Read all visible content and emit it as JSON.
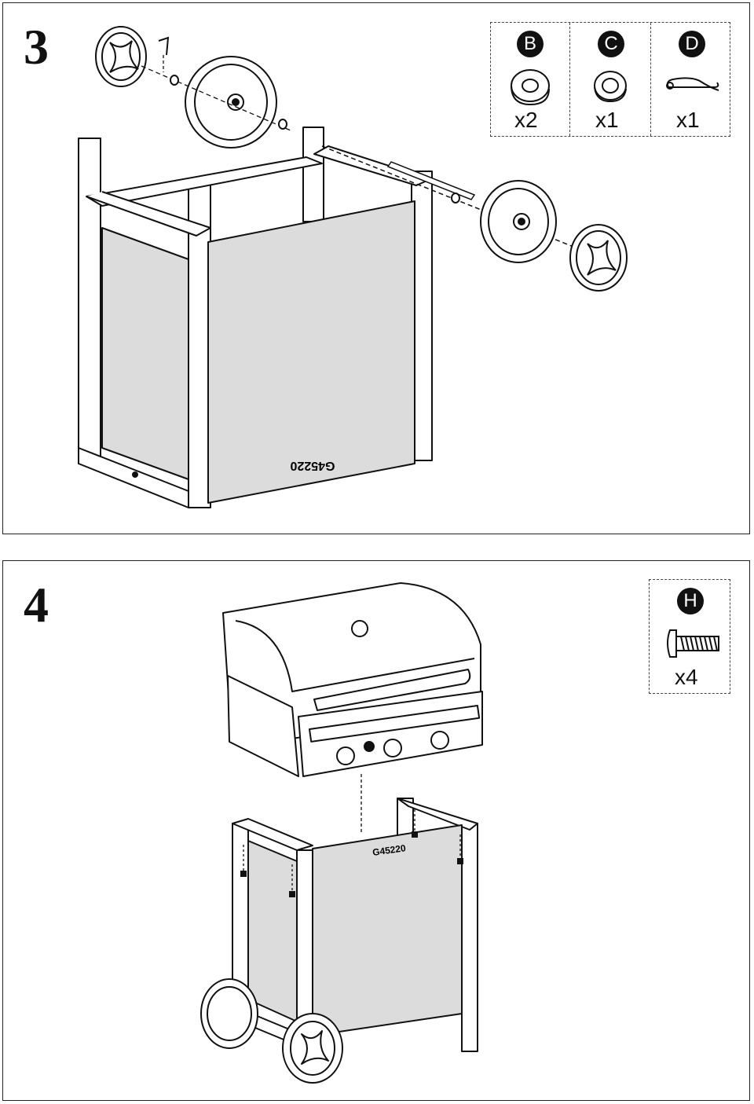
{
  "step3": {
    "number": "3",
    "parts": [
      {
        "letter": "B",
        "qty": "x2",
        "icon": "thick-washer-icon"
      },
      {
        "letter": "C",
        "qty": "x1",
        "icon": "flat-washer-icon"
      },
      {
        "letter": "D",
        "qty": "x1",
        "icon": "hitch-pin-clip-icon"
      }
    ],
    "cart_label": "G45220"
  },
  "step4": {
    "number": "4",
    "parts": [
      {
        "letter": "H",
        "qty": "x4",
        "icon": "screw-icon"
      }
    ],
    "cart_label": "G45220"
  },
  "colors": {
    "line": "#111111",
    "panel_fill": "#dcdcdc",
    "background": "#ffffff"
  }
}
